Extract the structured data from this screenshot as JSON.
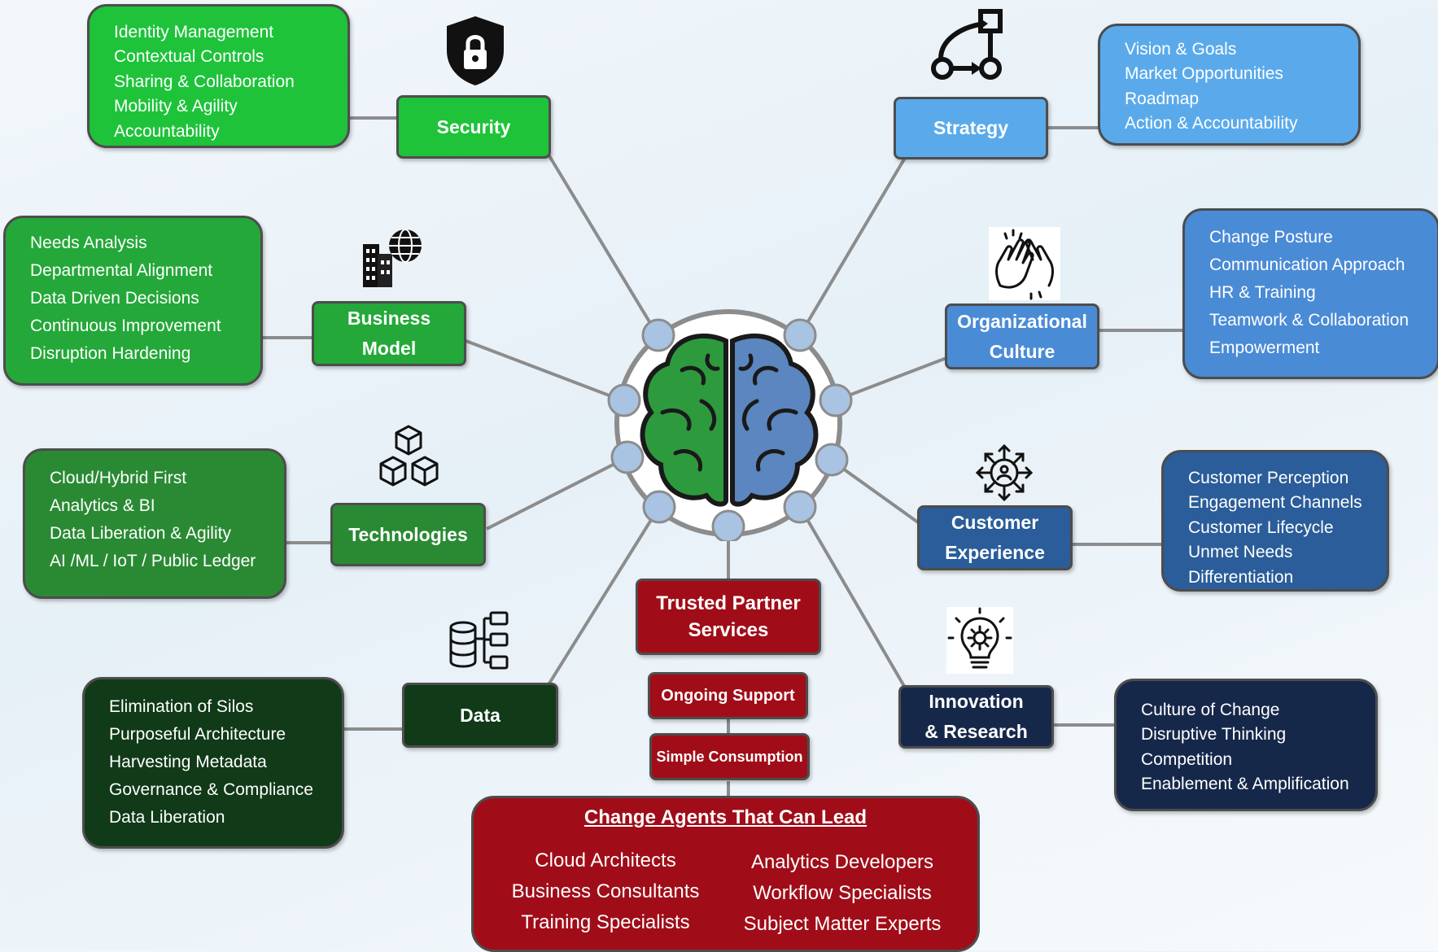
{
  "center": {
    "label": "Trusted Partner Services"
  },
  "branches": {
    "security": {
      "label": "Security",
      "color": "#1ec33a",
      "items": [
        "Identity Management",
        "Contextual Controls",
        "Sharing & Collaboration",
        "Mobility & Agility",
        "Accountability"
      ]
    },
    "strategy": {
      "label": "Strategy",
      "color": "#5aaaeb",
      "items": [
        "Vision & Goals",
        "Market Opportunities",
        "Roadmap",
        "Action & Accountability"
      ]
    },
    "business_model": {
      "label_1": "Business",
      "label_2": "Model",
      "color": "#24a839",
      "items": [
        "Needs Analysis",
        "Departmental Alignment",
        "Data Driven Decisions",
        "Continuous Improvement",
        "Disruption Hardening"
      ]
    },
    "org_culture": {
      "label_1": "Organizational",
      "label_2": "Culture",
      "color": "#4a8bd6",
      "items": [
        "Change Posture",
        "Communication Approach",
        "HR & Training",
        "Teamwork & Collaboration",
        "Empowerment"
      ]
    },
    "technologies": {
      "label": "Technologies",
      "color": "#2a8a34",
      "items": [
        "Cloud/Hybrid First",
        "Analytics & BI",
        "Data Liberation & Agility",
        "AI /ML / IoT / Public Ledger"
      ]
    },
    "customer_experience": {
      "label_1": "Customer",
      "label_2": "Experience",
      "color": "#2a5d99",
      "items": [
        "Customer Perception",
        "Engagement Channels",
        "Customer Lifecycle",
        "Unmet Needs",
        "Differentiation"
      ]
    },
    "data": {
      "label": "Data",
      "color": "#103a18",
      "items": [
        "Elimination of Silos",
        "Purposeful Architecture",
        "Harvesting Metadata",
        "Governance & Compliance",
        "Data Liberation"
      ]
    },
    "innovation": {
      "label_1": "Innovation",
      "label_2": "& Research",
      "color": "#16284a",
      "items": [
        "Culture of Change",
        "Disruptive Thinking",
        "Competition",
        "Enablement & Amplification"
      ]
    }
  },
  "support": {
    "ongoing": "Ongoing Support",
    "simple": "Simple Consumption"
  },
  "change_agents": {
    "title": "Change Agents That Can Lead",
    "left": [
      "Cloud Architects",
      "Business Consultants",
      "Training Specialists"
    ],
    "right": [
      "Analytics Developers",
      "Workflow Specialists",
      "Subject Matter Experts"
    ]
  },
  "icons": [
    "shield-lock-icon",
    "workflow-icon",
    "high-five-icon",
    "buildings-globe-icon",
    "cubes-icon",
    "target-arrows-icon",
    "database-icon",
    "lightbulb-gear-icon",
    "brain-icon"
  ],
  "colors": {
    "brain_left": "#2e9a3e",
    "brain_right": "#5b86c0",
    "node": "#a9c3e2",
    "connector": "#8c8c8c",
    "red": "#a00d18"
  }
}
